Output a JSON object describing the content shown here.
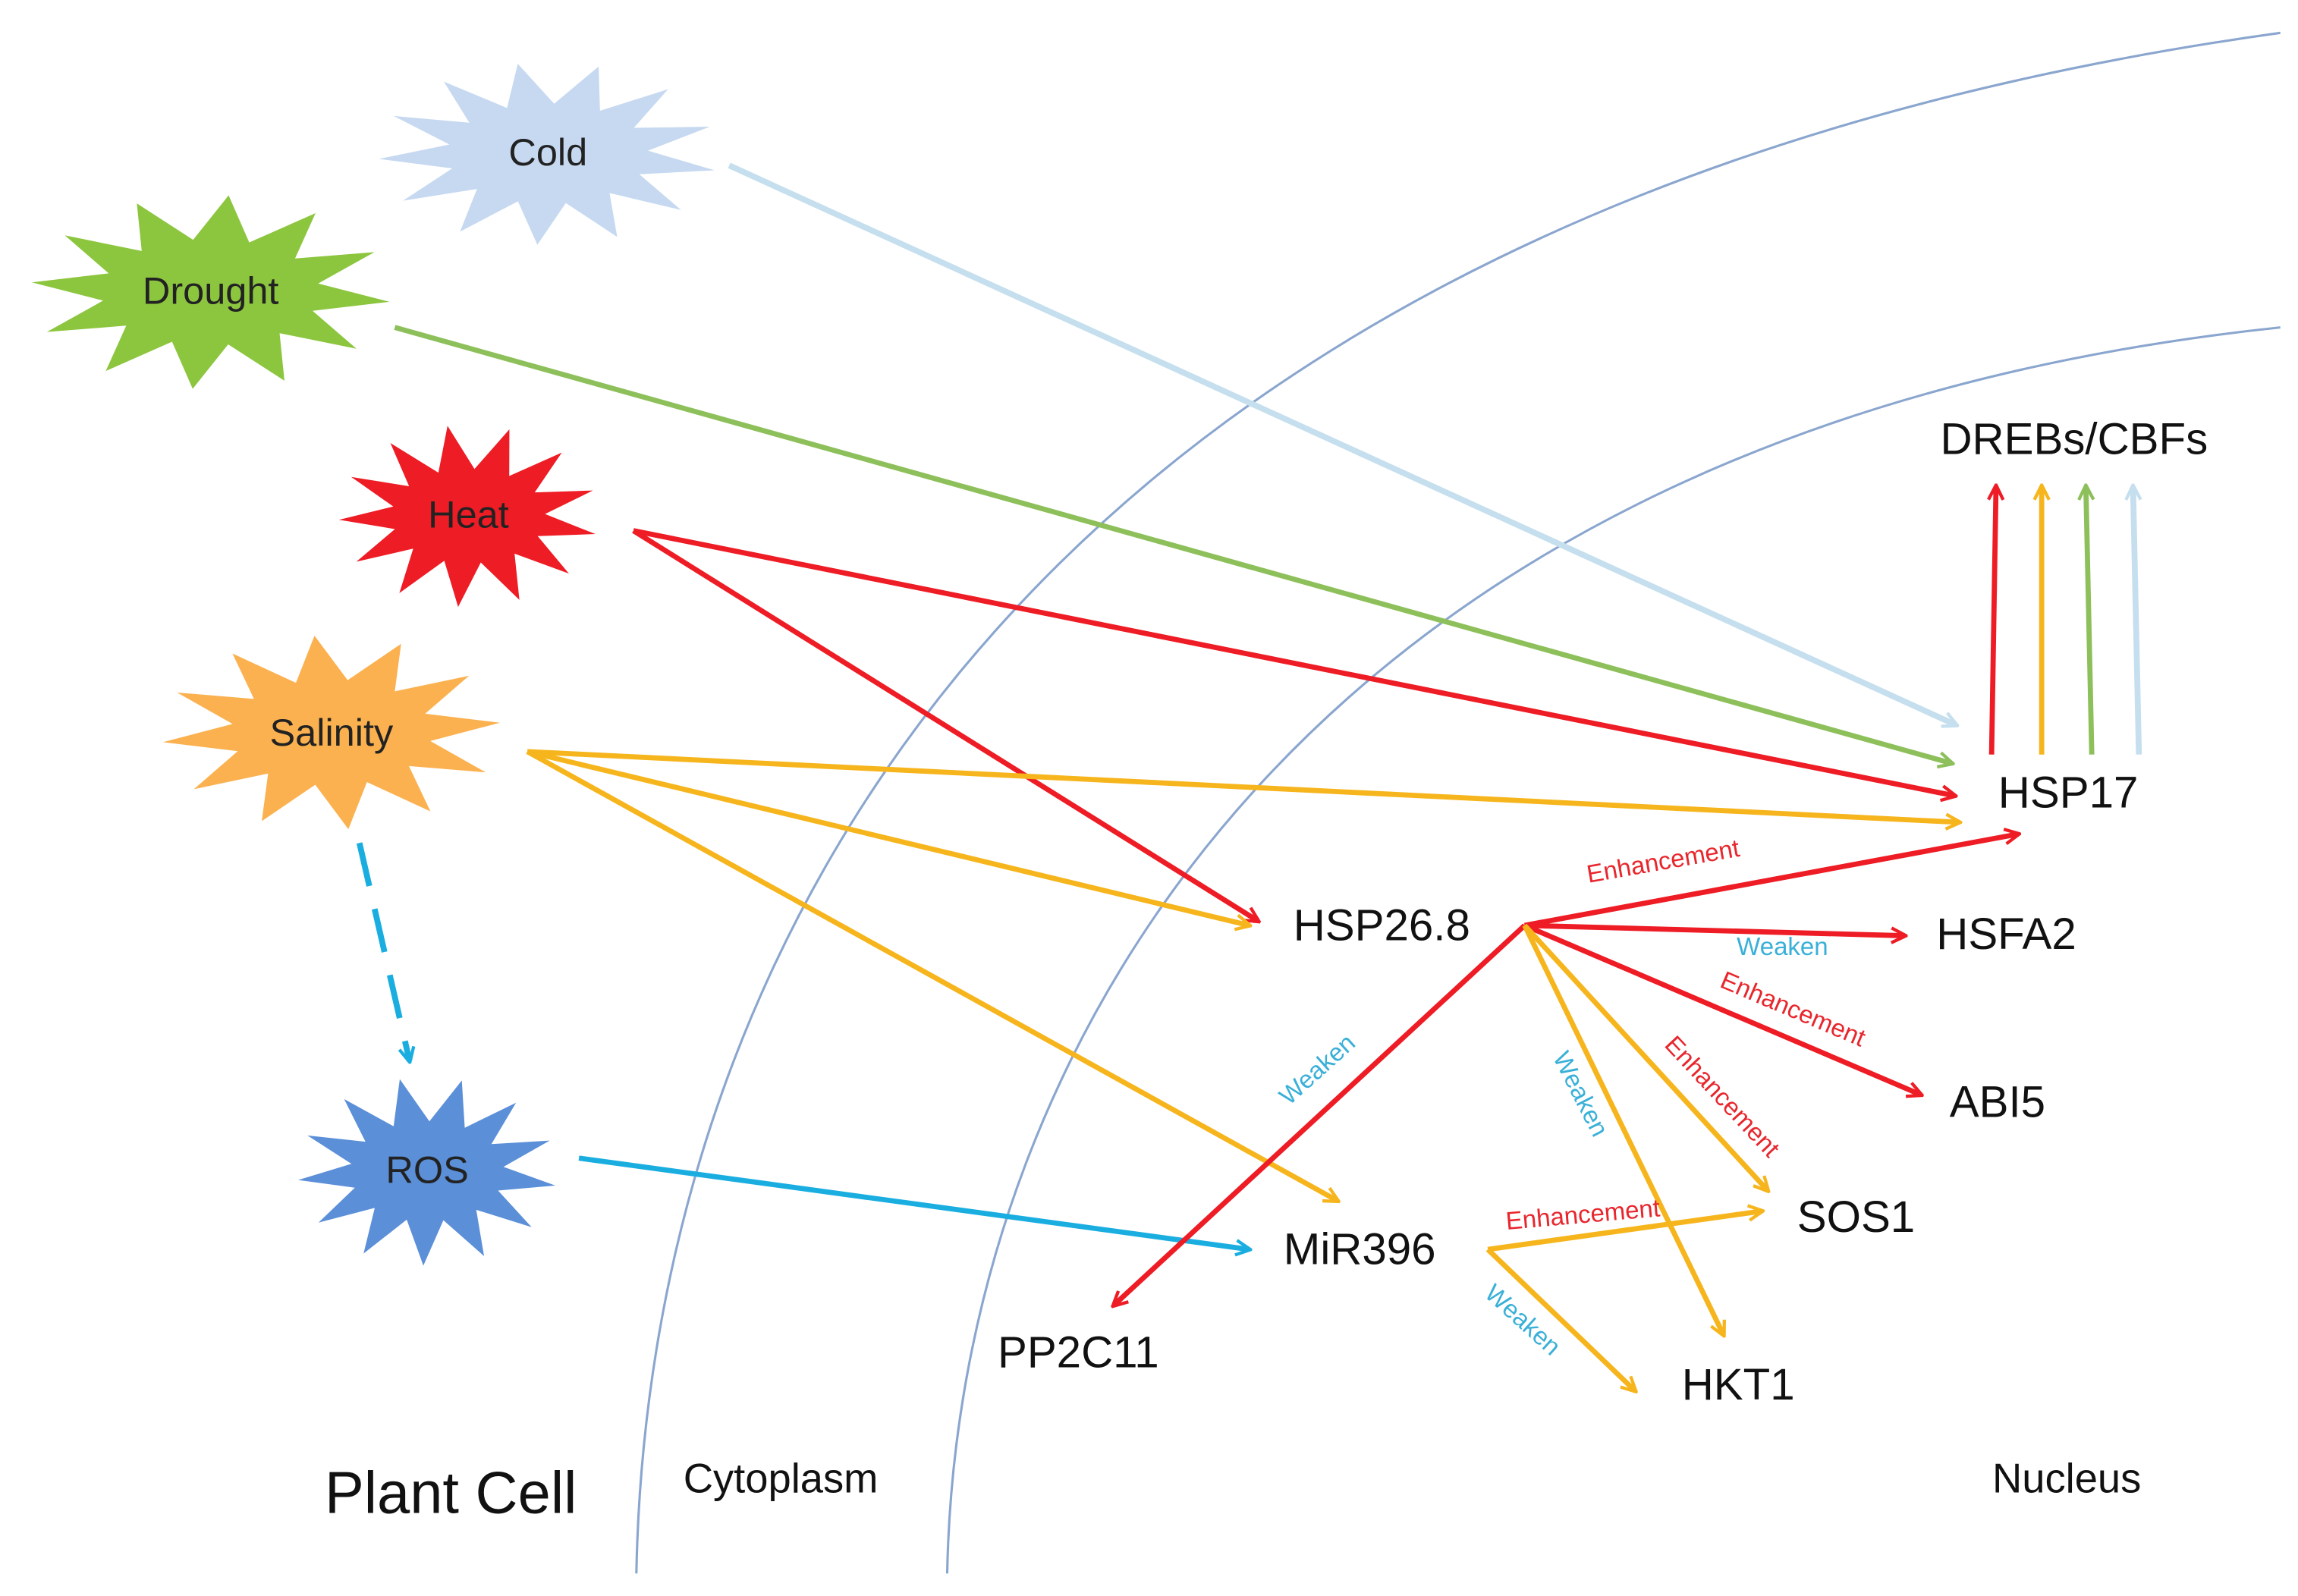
{
  "title": "Plant Cell",
  "regions": {
    "cytoplasm": "Cytoplasm",
    "nucleus": "Nucleus"
  },
  "colors": {
    "cold": "#c6d9f1",
    "cold_arrow": "#c5dfee",
    "drought": "#8cc63f",
    "drought_arrow": "#8dc05a",
    "heat": "#ee1c25",
    "salinity": "#fbb14f",
    "salinity_arrow": "#f6b51d",
    "ros": "#5b8fd8",
    "ros_arrow": "#1aaee0",
    "membrane": "#8aa6cf",
    "enhance_label": "#e8262d",
    "weaken_label": "#3ab0d8"
  },
  "stresses": {
    "cold": "Cold",
    "drought": "Drought",
    "heat": "Heat",
    "salinity": "Salinity",
    "ros": "ROS"
  },
  "genes": {
    "dreb": "DREBs/CBFs",
    "hsp17": "HSP17",
    "hsp268": "HSP26.8",
    "hsfa2": "HSFA2",
    "abi5": "ABI5",
    "sos1": "SOS1",
    "hkt1": "HKT1",
    "mir396": "MiR396",
    "pp2c11": "PP2C11"
  },
  "edge_labels": {
    "hsp268_hsp17": "Enhancement",
    "hsp268_hsfa2": "Weaken",
    "hsp268_abi5": "Enhancement",
    "hsp268_sos1": "Enhancement",
    "hsp268_hkt1": "Weaken",
    "hsp268_pp2c11": "Weaken",
    "mir396_sos1": "Enhancement",
    "mir396_hkt1": "Weaken"
  }
}
